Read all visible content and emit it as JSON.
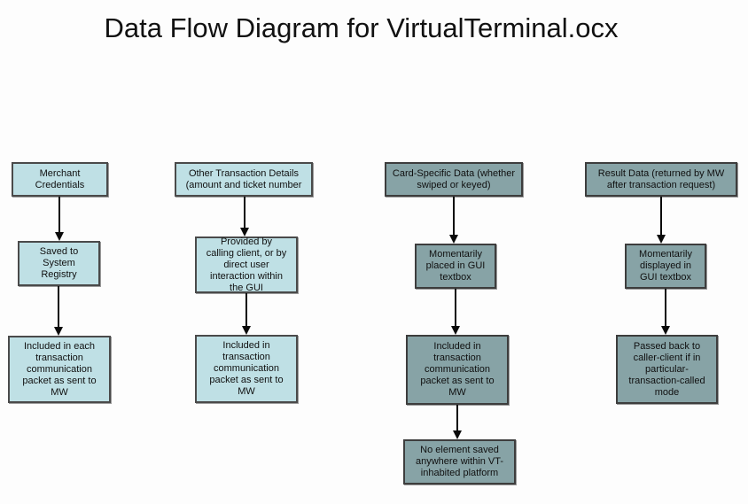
{
  "title": "Data Flow Diagram for VirtualTerminal.ocx",
  "colors": {
    "background": "#fdfdfd",
    "light_box_fill": "#bfe0e5",
    "dark_box_fill": "#87a3a6",
    "box_border": "#4a4a4a",
    "arrow": "#0a0a0a",
    "text": "#101010"
  },
  "columns": [
    {
      "id": "merchant-credentials",
      "theme": "light",
      "boxes": [
        {
          "text": "Merchant Credentials"
        },
        {
          "text": "Saved to System Registry"
        },
        {
          "text": "Included in each transaction communication packet as sent to MW"
        }
      ]
    },
    {
      "id": "other-transaction-details",
      "theme": "light",
      "boxes": [
        {
          "text": "Other Transaction Details (amount and ticket number"
        },
        {
          "text": "Provided by calling client, or by direct user interaction within the GUI"
        },
        {
          "text": "Included in transaction communication packet as sent to MW"
        }
      ]
    },
    {
      "id": "card-specific-data",
      "theme": "dark",
      "boxes": [
        {
          "text": "Card-Specific Data (whether swiped or keyed)"
        },
        {
          "text": "Momentarily placed in GUI textbox"
        },
        {
          "text": "Included in transaction communication packet as sent to MW"
        },
        {
          "text": "No element saved anywhere within VT-inhabited platform"
        }
      ]
    },
    {
      "id": "result-data",
      "theme": "dark",
      "boxes": [
        {
          "text": "Result Data (returned by MW after transaction request)"
        },
        {
          "text": "Momentarily displayed in GUI textbox"
        },
        {
          "text": "Passed back to caller-client if in particular-transaction-called mode"
        }
      ]
    }
  ]
}
